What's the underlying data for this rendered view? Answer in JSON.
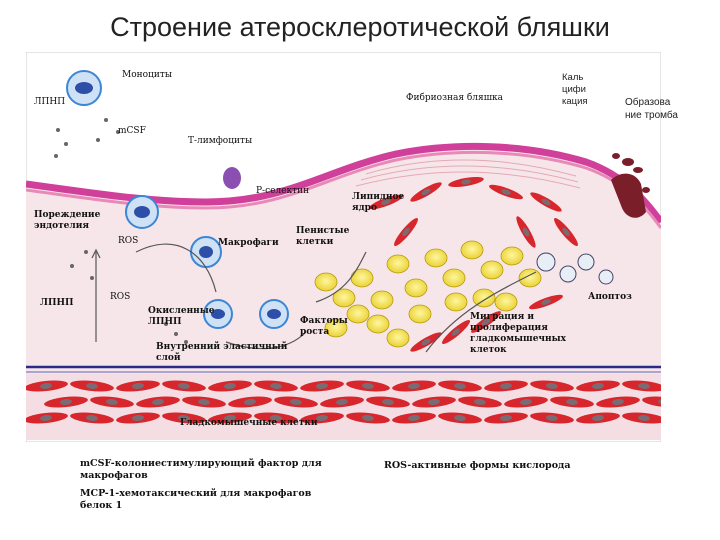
{
  "slide": {
    "title": "Строение атеросклеротической бляшки"
  },
  "labels": {
    "monocytes": "Моноциты",
    "ldl_top": "ЛПНП",
    "mcsf": "mCSF",
    "t_lymphocytes": "Т-лимфоциты",
    "p_selectin": "Р-селектин",
    "fibrous_plaque": "Фибриозная бляшка",
    "calcification": "Каль цифи кация",
    "thrombus": "Образова ние тромба",
    "endothelium_damage": "Пореждение эндотелия",
    "ros_1": "ROS",
    "macrophages": "Макрофаги",
    "foam_cells": "Пенистые клетки",
    "lipid_core": "Липидное ядро",
    "ldl_bottom": "ЛПНП",
    "ros_2": "ROS",
    "oxidized_ldl": "Окисленные ЛПНП",
    "internal_elastic": "Внутренний эластичный слой",
    "growth_factors": "Факторы роста",
    "migration": "Миграция и пролиферация гладкомышечных клеток",
    "apoptosis": "Апоптоз",
    "smooth_muscle": "Гладкомышечные клетки"
  },
  "legend": {
    "mcsf_def": "mCSF-колониестимулирующий фактор для макрофагов",
    "mcp_def": "MCP-1-хемотаксический для макрофагов белок 1",
    "ros_def": "ROS-активные формы кислорода"
  },
  "colors": {
    "lumen_bg": "#ffffff",
    "endothelium": "#d0409a",
    "intima": "#f5e7ea",
    "lipid_yellow": "#f2e24a",
    "smooth_muscle": "#d7262c",
    "nucleus": "#7a6a72",
    "elastic_layer": "#2a2a8a",
    "monocyte": "#3b86d6",
    "thrombus": "#7a1e2a"
  }
}
